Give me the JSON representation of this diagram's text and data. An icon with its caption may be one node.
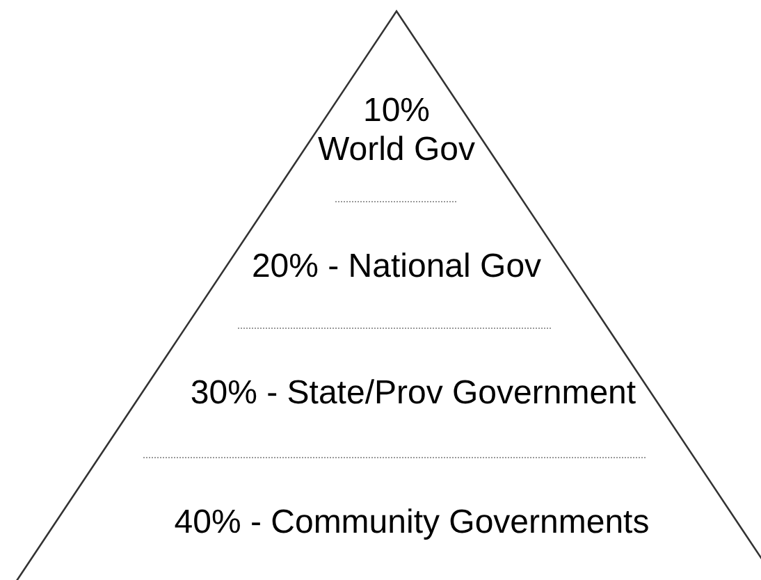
{
  "diagram": {
    "nodes": [
      {
        "text": [],
        "shape": "triangle"
      },
      {
        "text": [
          "10% World Gov"
        ],
        "in": 0
      },
      {
        "text": [
          "20% - National Gov"
        ],
        "in": 0
      },
      {
        "text": [
          "30% - State/Prov Government"
        ],
        "in": 0
      },
      {
        "text": [
          "40% - Community Governments"
        ],
        "in": 0
      }
    ]
  }
}
